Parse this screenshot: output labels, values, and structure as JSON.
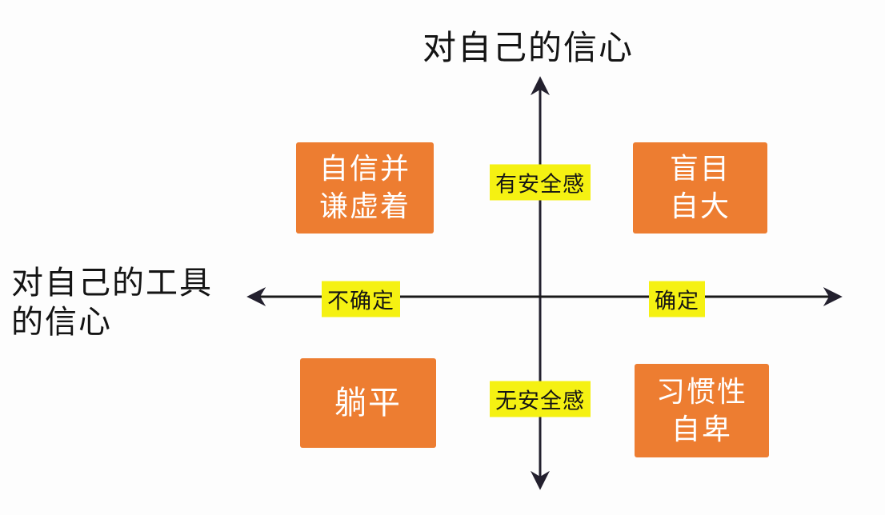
{
  "diagram": {
    "type": "quadrant-matrix",
    "axes": {
      "vertical_title": "对自己的信心",
      "horizontal_title_line1": "对自己的工具",
      "horizontal_title_line2": "的信心",
      "tags": {
        "top": "有安全感",
        "bottom": "无安全感",
        "left": "不确定",
        "right": "确定"
      }
    },
    "quadrants": {
      "top_left": {
        "line1": "自信并",
        "line2": "谦虚着"
      },
      "top_right": {
        "line1": "盲目",
        "line2": "自大"
      },
      "bottom_left": {
        "line1": "躺平",
        "line2": ""
      },
      "bottom_right": {
        "line1": "习惯性",
        "line2": "自卑"
      }
    }
  },
  "colors": {
    "box_fill": "#ED7D31",
    "box_text": "#FFFFFF",
    "tag_bg": "#F5F112",
    "tag_text": "#141414",
    "axis": "#23202E",
    "bg": "#FDFDFD",
    "title_text": "#141414"
  }
}
